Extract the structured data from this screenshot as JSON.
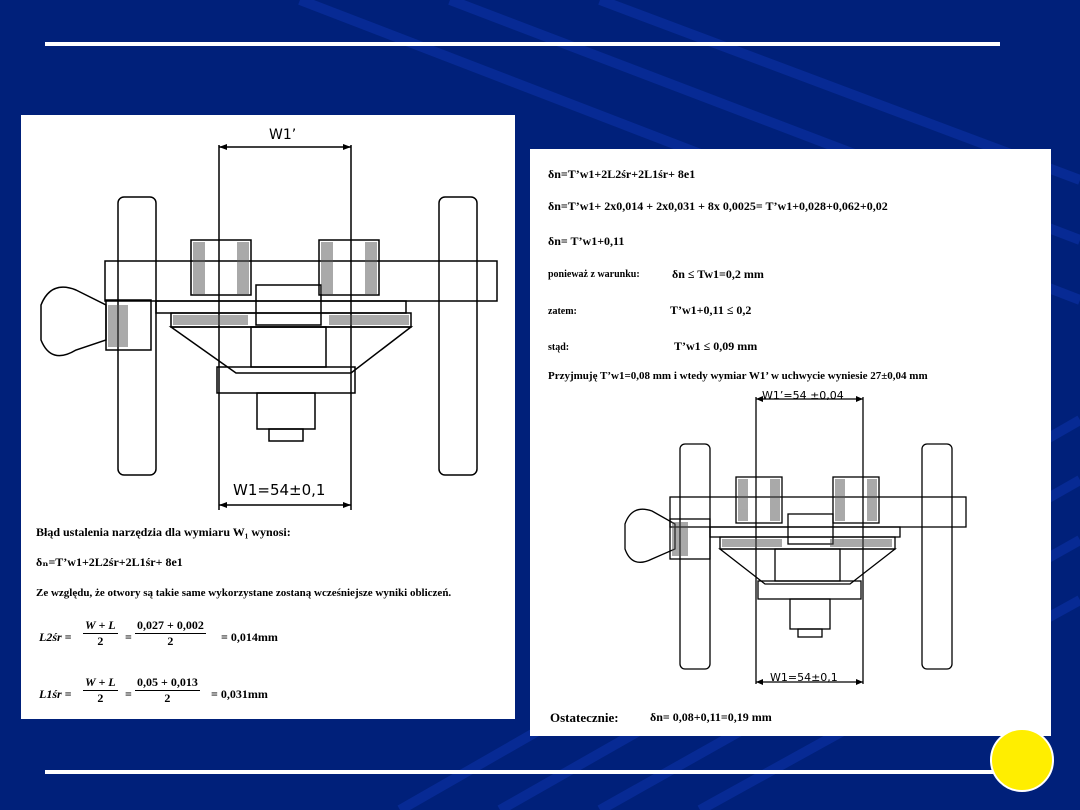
{
  "left": {
    "dim_top": "W1’",
    "dim_bottom": "W1=54±0,1",
    "line1": "Błąd ustalenia narzędzia dla wymiaru W₁ wynosi:",
    "line2": "δₙ=T’w1+2L2śr+2L1śr+ 8e1",
    "line3": "Ze względu, że otwory są takie same wykorzystane zostaną wcześniejsze wyniki obliczeń.",
    "eq1": {
      "lhs": "L2śr =",
      "num1": "W + L",
      "den1": "2",
      "num2": "0,027 + 0,002",
      "den2": "2",
      "res": "= 0,014mm"
    },
    "eq2": {
      "lhs": "L1śr =",
      "num1": "W + L",
      "den1": "2",
      "num2": "0,05 + 0,013",
      "den2": "2",
      "res": "= 0,031mm"
    }
  },
  "right": {
    "l1": "δn=T’w1+2L2śr+2L1śr+ 8e1",
    "l2": "δn=T’w1+ 2x0,014 + 2x0,031 + 8x 0,0025= T’w1+0,028+0,062+0,02",
    "l3": "δn= T’w1+0,11",
    "l4a": "ponieważ z warunku:",
    "l4b": "δn ≤ Tw1=0,2 mm",
    "l5a": "zatem:",
    "l5b": "T’w1+0,11 ≤ 0,2",
    "l6a": "stąd:",
    "l6b": "T’w1 ≤ 0,09 mm",
    "l7": "Przyjmuję  T’w1=0,08 mm i wtedy wymiar W1’ w uchwycie wyniesie 27±0,04 mm",
    "dim_top": "W1’=54 ±0,04",
    "dim_bottom": "W1=54±0,1",
    "final_a": "Ostatecznie:",
    "final_b": "δn= 0,08+0,11=0,19 mm"
  },
  "colors": {
    "bg": "#00207a",
    "accent": "#ffee00"
  }
}
